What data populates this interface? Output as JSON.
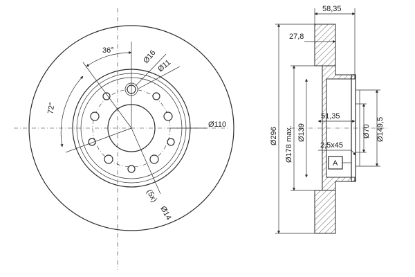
{
  "labels": {
    "angle_36": "36°",
    "angle_72": "72°",
    "dia_16": "Ø16",
    "dia_11": "Ø11",
    "dia_110": "Ø110",
    "bolt_count": "(5x)",
    "dia_14": "Ø14",
    "width_58_35": "58,35",
    "width_27_8": "27,8",
    "depth_51_35": "51,35",
    "chamfer": "2,5x45",
    "datum": "A",
    "dia_296": "Ø296",
    "dia_178": "Ø178 max.",
    "dia_139": "Ø139",
    "dia_70": "Ø70",
    "dia_149_5": "Ø149,5"
  }
}
